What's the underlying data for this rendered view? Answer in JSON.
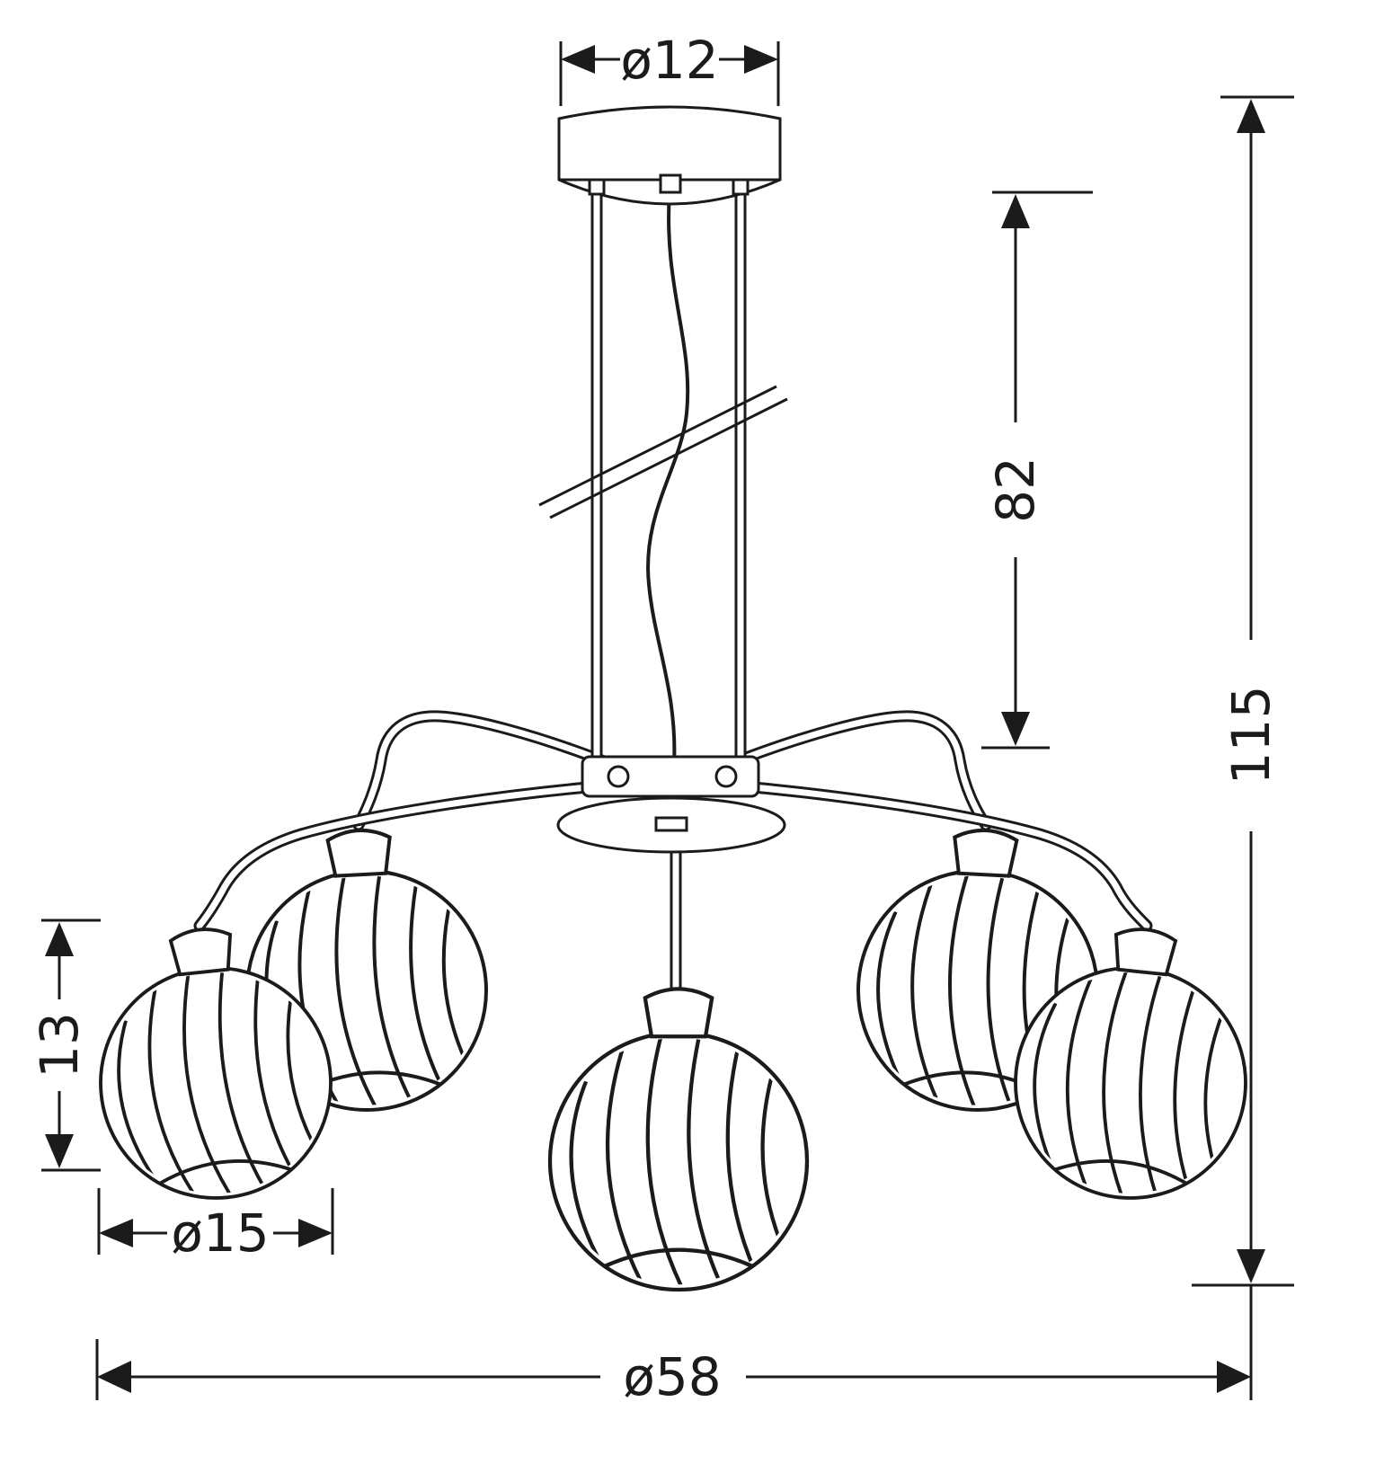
{
  "colors": {
    "line": "#1b1b1b",
    "background": "#ffffff"
  },
  "dimensions": {
    "canopy_diameter": "ø12",
    "suspension_height": "82",
    "total_height": "115",
    "shade_height": "13",
    "shade_diameter": "ø15",
    "fixture_diameter": "ø58"
  }
}
